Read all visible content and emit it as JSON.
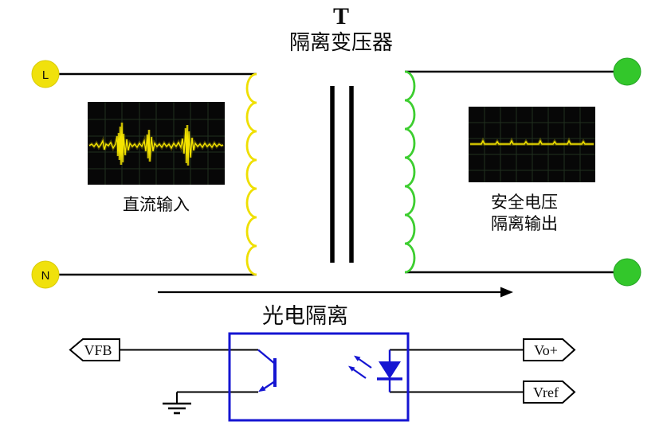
{
  "diagram": {
    "transformer": {
      "symbol": "T",
      "label": "隔离变压器"
    },
    "terminals": {
      "live": "L",
      "neutral": "N"
    },
    "captions": {
      "input": "直流输入",
      "output_line1": "安全电压",
      "output_line2": "隔离输出"
    },
    "opto": {
      "label": "光电隔离",
      "feedback_label": "VFB",
      "output_label": "Vo+",
      "reference_label": "Vref"
    },
    "colors": {
      "input_terminal": "#F0E10C",
      "output_terminal": "#33C72B",
      "primary_coil": "#EFDF00",
      "secondary_coil": "#3DCE30",
      "opto": "#1515D2",
      "trace": "#F5E400"
    }
  }
}
